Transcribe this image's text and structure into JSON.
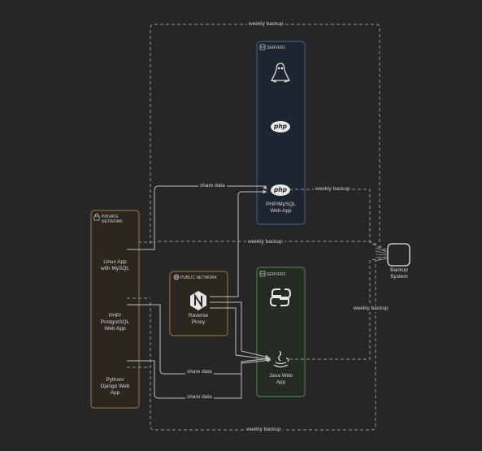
{
  "groups": {
    "server1": "SERVER1",
    "server2": "SERVER2",
    "private_network": "PRIVATE\nNETWORK",
    "public_network": "PUBLIC NETWORK"
  },
  "nodes": {
    "linux_app": "Linux App\nwith MySQL",
    "php_pg_app": "PHP/\nPostgreSQL\nWeb App",
    "python_app": "Python/\nDjango Web\nApp",
    "php_mysql_app": "PHP/MySQL\nWeb App",
    "reverse_proxy": "Reverse\nProxy",
    "java_app": "Java Web\nApp",
    "backup_system": "Backup\nSystem",
    "php_logo": "php"
  },
  "edge_labels": {
    "weekly_backup_top": "weekly backup",
    "weekly_backup_php": "weekly backup",
    "weekly_backup_mid": "weekly backup",
    "weekly_backup_java": "weekly backup",
    "weekly_backup_bottom": "weekly backup",
    "share_data_top": "share data",
    "share_data_mid": "share data",
    "share_data_bottom": "share data"
  },
  "colors": {
    "background": "#262626",
    "server1_border": "#3b5a86",
    "server2_border": "#4d7a4d",
    "network_border": "#8a6a3c",
    "line": "#bdbdbd"
  },
  "icons": [
    "linux-icon",
    "php-icon",
    "python-icon",
    "java-icon",
    "nginx-icon",
    "server-icon",
    "lock-icon",
    "globe-icon",
    "backup-icon"
  ]
}
